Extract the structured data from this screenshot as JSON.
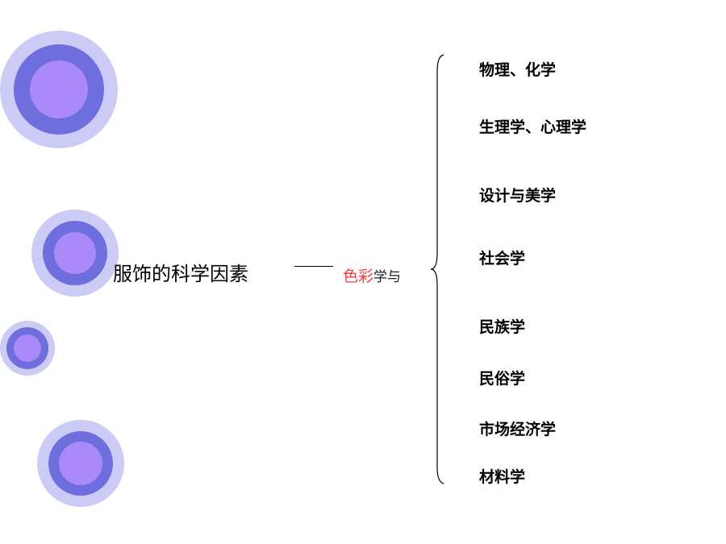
{
  "diagram": {
    "main_title": "服饰的科学因素",
    "sub_label_highlight": "色彩",
    "sub_label_rest": "学与",
    "highlight_color": "#ff3b3b",
    "branches": [
      "物理、化学",
      "生理学、心理学",
      "设计与美学",
      "社会学",
      "民族学",
      "民俗学",
      "市场经济学",
      "材料学"
    ]
  },
  "decoration": {
    "outer_ring_color": "#cbcbf5",
    "middle_ring_color": "#6e6ede",
    "inner_disc_color": "#a98af8"
  }
}
